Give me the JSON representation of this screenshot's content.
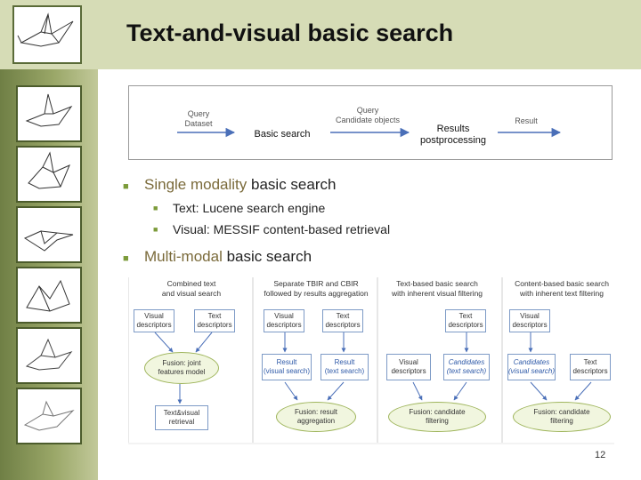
{
  "slide": {
    "title": "Text-and-visual basic search",
    "page_number": "12"
  },
  "flow": {
    "query_dataset": "Query\nDataset",
    "basic_search": "Basic search",
    "query_candidates": "Query\nCandidate objects",
    "results_postprocessing": "Results\npostprocessing",
    "result": "Result"
  },
  "bullets": {
    "single_prefix": "Single modality",
    "single_suffix": "basic search",
    "text": "Text: Lucene search engine",
    "visual": "Visual: MESSIF content-based retrieval",
    "multi_prefix": "Multi-modal",
    "multi_suffix": "basic search"
  },
  "multimodal": {
    "col1": {
      "title": "Combined text\nand visual search",
      "visual": "Visual\ndescriptors",
      "text": "Text\ndescriptors",
      "fusion": "Fusion: joint\nfeatures model",
      "retrieval": "Text&visual\nretrieval"
    },
    "col2": {
      "title": "Separate TBIR and CBIR\nfollowed by results aggregation",
      "visual": "Visual\ndescriptors",
      "text": "Text\ndescriptors",
      "result_visual": "Result\n(visual search)",
      "result_text": "Result\n(text search)",
      "fusion": "Fusion: result\naggregation"
    },
    "col3": {
      "title": "Text-based basic search\nwith inherent visual filtering",
      "text": "Text\ndescriptors",
      "visual": "Visual\ndescriptors",
      "candidates": "Candidates\n(text search)",
      "fusion": "Fusion: candidate\nfiltering"
    },
    "col4": {
      "title": "Content-based basic search\nwith inherent text filtering",
      "visual": "Visual\ndescriptors",
      "candidates": "Candidates\n(visual search)",
      "text": "Text\ndescriptors",
      "fusion": "Fusion: candidate\nfiltering"
    }
  },
  "colors": {
    "title_band": "#d6dcb6",
    "sidebar": "#8f9d5c",
    "bullet": "#7c9b3a",
    "highlight": "#7a6a3a",
    "box_border": "#7d9ac6",
    "fusion_fill": "#f1f6df",
    "fusion_border": "#9fb55c",
    "arrow": "#4a6fb8"
  },
  "icons": [
    "origami-crane-icon"
  ]
}
